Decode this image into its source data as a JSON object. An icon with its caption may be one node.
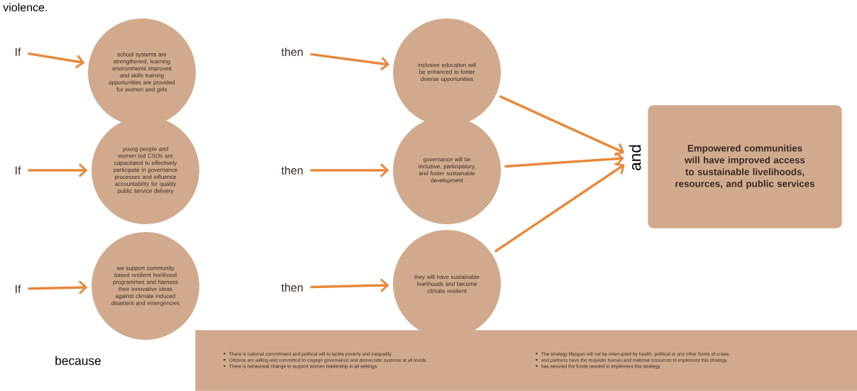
{
  "diagram": {
    "nodes": [
      {
        "text": [
          "If"
        ]
      },
      {
        "text": [
          "school systems are strengthened, learning environments improved and skills training opportunities are provided for women and girls"
        ]
      },
      {
        "text": [
          "then"
        ]
      },
      {
        "text": [
          "inclusive education will be enhanced to foster diverse opportunities"
        ]
      },
      {
        "text": [
          "If"
        ]
      },
      {
        "text": [
          "young people and women led CSOs are capacitated to effectively participate in governance processes and influence accountability for quality public service delivery"
        ]
      },
      {
        "text": [
          "then"
        ]
      },
      {
        "text": [
          "governance will be inclusive, participatory, and foster sustainable development"
        ]
      },
      {
        "text": [
          "If"
        ]
      },
      {
        "text": [
          "we support community based resilient livelihood programmes and harness their innovative ideas against climate induced disasters and emergencies"
        ]
      },
      {
        "text": [
          "then"
        ]
      },
      {
        "text": [
          "they will have sustainable livelihoods and become climate resilient"
        ]
      },
      {
        "text": [
          "and"
        ]
      },
      {
        "text": [
          "Empowered communities will have improved access to sustainable livelihoods, resources, and public services"
        ]
      },
      {
        "text": [
          "There is national commitment and political will to tackle poverty and inequality.",
          "Citizens are willing and committed to engage governance and democratic systems at all levels.",
          "There is behavioral change to support women leadership in all settings.",
          "The strategy lifespan will not be interrupted by health, political or any other forms of crises.",
          "and partners have the requisite human and material resources to implement this strategy.",
          "has secured the funds needed to implement this strategy."
        ]
      }
    ],
    "edges": [
      {
        "from": 0,
        "to": 1,
        "arrow": "to"
      },
      {
        "from": 2,
        "to": 3,
        "arrow": "to"
      },
      {
        "from": 4,
        "to": 5,
        "arrow": "to"
      },
      {
        "from": 6,
        "to": 7,
        "arrow": "to"
      },
      {
        "from": 8,
        "to": 9,
        "arrow": "to"
      },
      {
        "from": 10,
        "to": 11,
        "arrow": "to"
      },
      {
        "from": 3,
        "to": 12,
        "arrow": "to"
      },
      {
        "from": 7,
        "to": 12,
        "arrow": "to"
      },
      {
        "from": 11,
        "to": 12,
        "arrow": "to"
      }
    ],
    "labels": [
      "violence.",
      "because"
    ]
  }
}
